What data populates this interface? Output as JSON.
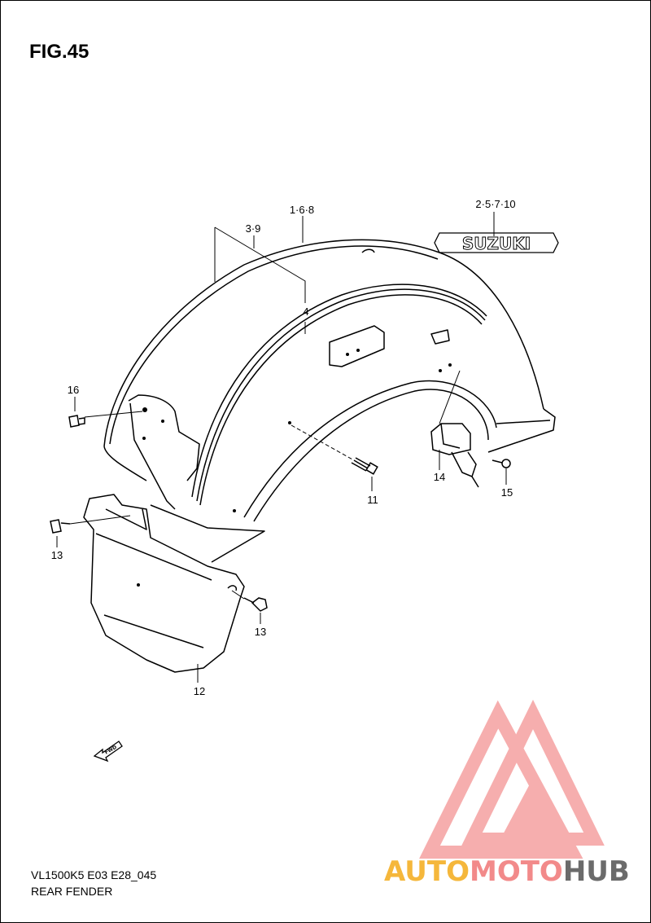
{
  "figure": {
    "title": "FIG.45",
    "model_code": "VL1500K5 E03 E28_045",
    "caption": "REAR FENDER"
  },
  "callouts": {
    "c1_6_8": "1·6·8",
    "c2_5_7_10": "2·5·7·10",
    "c3_9": "3·9",
    "c4": "4",
    "c11": "11",
    "c12": "12",
    "c13a": "13",
    "c13b": "13",
    "c14": "14",
    "c15": "15",
    "c16": "16"
  },
  "emblem": {
    "text": "SUZUKI"
  },
  "fwd_arrow": {
    "text": "FWD"
  },
  "watermark": {
    "part1": "AUTO",
    "part2": "MOTO",
    "part3": "HUB",
    "colors": {
      "auto": "#f5b73b",
      "moto": "#f28a8a",
      "hub": "#6b6b6b",
      "logo": "#f28a8a"
    }
  }
}
